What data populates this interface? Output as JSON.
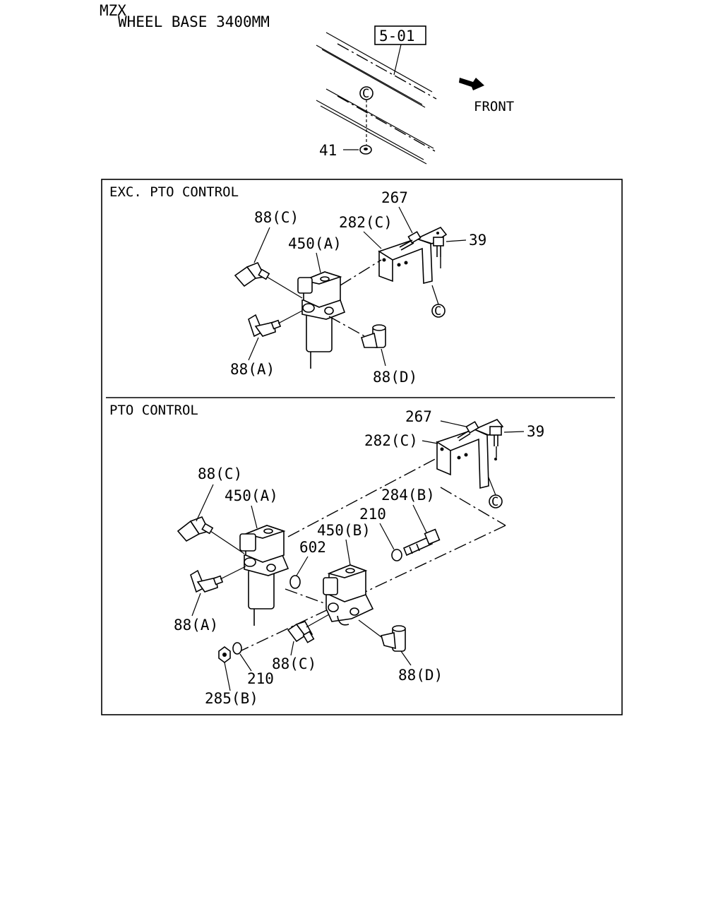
{
  "header": {
    "model": "MZX",
    "wheel_base": "WHEEL BASE 3400MM"
  },
  "frame_view": {
    "ref_box": "5-01",
    "front_label": "FRONT",
    "callout_c": "C",
    "part_41": "41"
  },
  "panel_exc": {
    "title": "EXC. PTO CONTROL",
    "labels": {
      "p267": "267",
      "p282c": "282(C)",
      "p39": "39",
      "p88c": "88(C)",
      "p450a": "450(A)",
      "p88a": "88(A)",
      "p88d": "88(D)",
      "callout_c": "C"
    }
  },
  "panel_pto": {
    "title": "PTO CONTROL",
    "labels": {
      "p267": "267",
      "p39": "39",
      "p282c": "282(C)",
      "callout_c": "C",
      "p88c_top": "88(C)",
      "p450a": "450(A)",
      "p284b": "284(B)",
      "p210_top": "210",
      "p450b": "450(B)",
      "p602": "602",
      "p88a": "88(A)",
      "p88c_bottom": "88(C)",
      "p88d": "88(D)",
      "p210_bottom": "210",
      "p285b": "285(B)"
    }
  }
}
